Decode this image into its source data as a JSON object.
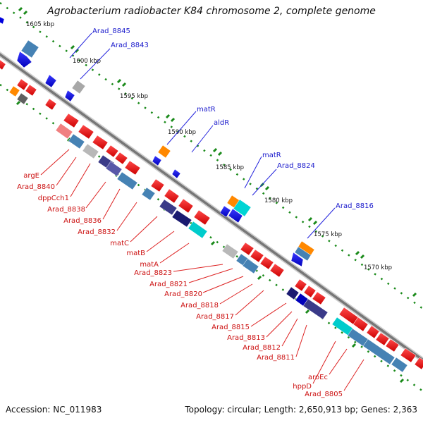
{
  "title": "Agrobacterium radiobacter K84 chromosome 2, complete genome",
  "footer": {
    "accession": "Accession: NC_011983",
    "topology": "Topology: circular; Length: 2,650,913 bp; Genes: 2,363"
  },
  "scale_labels": [
    "1605 kbp",
    "1600 kbp",
    "1595 kbp",
    "1590 kbp",
    "1585 kbp",
    "1580 kbp",
    "1575 kbp",
    "1570 kbp"
  ],
  "labels_upper": [
    "Arad_8845",
    "Arad_8843",
    "matR",
    "aldR",
    "matR",
    "Arad_8824",
    "Arad_8816"
  ],
  "labels_lower": [
    "argE",
    "Arad_8840",
    "dppCch1",
    "Arad_8838",
    "Arad_8836",
    "Arad_8832",
    "matC",
    "matB",
    "matA",
    "Arad_8823",
    "Arad_8821",
    "Arad_8820",
    "Arad_8818",
    "Arad_8817",
    "Arad_8815",
    "Arad_8813",
    "Arad_8812",
    "Arad_8811",
    "hppD",
    "aroEc",
    "Arad_8805"
  ],
  "colors": {
    "strand_forward": "#ee0000",
    "strand_reverse": "#1111ee",
    "steelblue": "#4682b4",
    "cyan": "#00cccc",
    "navy": "#1a1a70",
    "slate": "#5050a0",
    "orange": "#ff8800",
    "gray": "#a0a0a0",
    "salmon": "#f08080",
    "backbone": "#777777",
    "dots": "#1a8a1a",
    "label_upper": "#1a1acc",
    "label_lower": "#cc1111"
  }
}
